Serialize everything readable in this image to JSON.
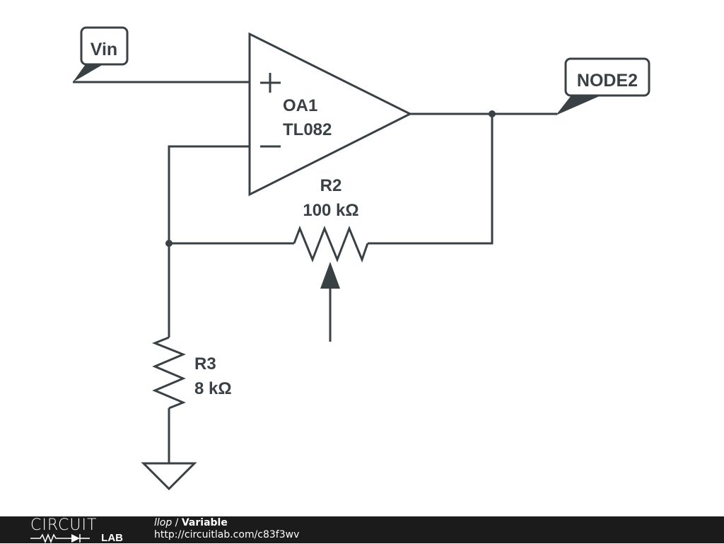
{
  "schematic": {
    "labels": {
      "vin": "Vin",
      "node2": "NODE2"
    },
    "opamp": {
      "name": "OA1",
      "part": "TL082",
      "plus_symbol": "+",
      "minus_symbol": "−"
    },
    "r2": {
      "name": "R2",
      "value": "100 kΩ",
      "type": "potentiometer"
    },
    "r3": {
      "name": "R3",
      "value": "8 kΩ",
      "type": "resistor"
    },
    "colors": {
      "wire": "#3a4145",
      "background": "#ffffff",
      "footer": "#1b1b1b"
    }
  },
  "footer": {
    "logo_top": "CIRCUIT",
    "logo_bottom": "LAB",
    "author": "llop",
    "separator": " / ",
    "title": "Variable",
    "url": "http://circuitlab.com/c83f3wv"
  }
}
